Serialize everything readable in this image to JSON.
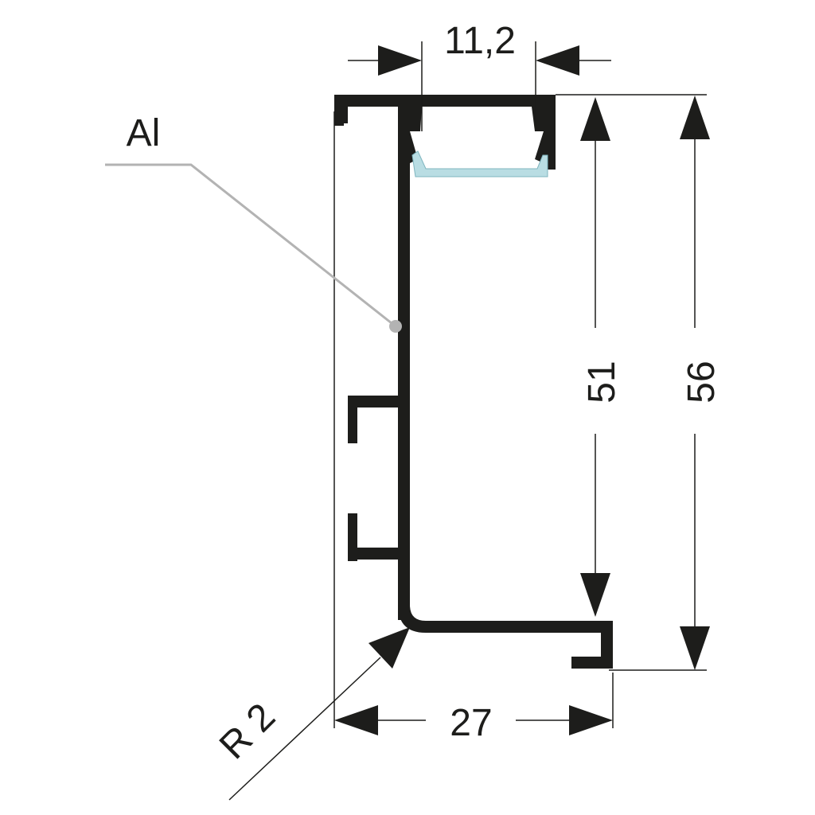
{
  "drawing": {
    "material_label": "Al",
    "dimensions": {
      "top_opening": "11,2",
      "inner_height": "51",
      "total_height": "56",
      "width": "27",
      "radius": "R 2"
    },
    "colors": {
      "profile": "#1d1d1b",
      "lines": "#1d1d1b",
      "leader": "#b3b3b3",
      "diffuser": "#b9dde3",
      "background": "#ffffff"
    }
  }
}
